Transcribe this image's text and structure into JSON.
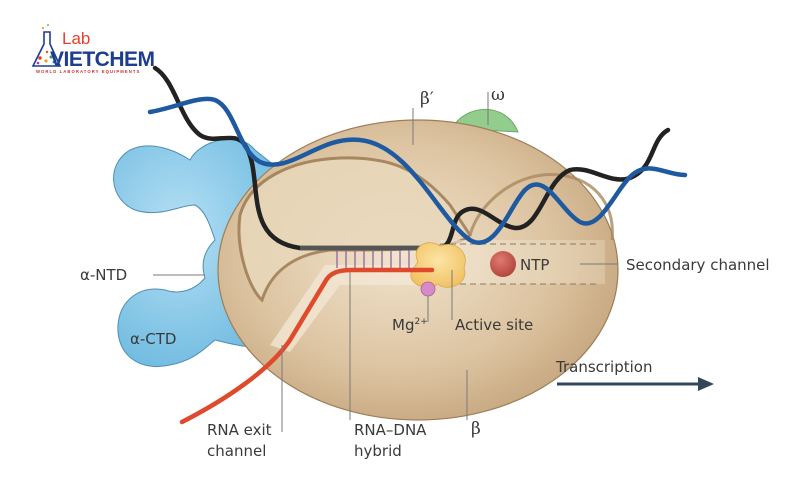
{
  "logo": {
    "prefix": "Lab",
    "name": "VIETCHEM",
    "tagline": "WORLD LABORATORY EQUIPMENTS",
    "colors": {
      "prefix": "#e5412f",
      "name": "#1d3d8f",
      "tagline": "#c9302c"
    }
  },
  "diagram": {
    "title": "RNA polymerase transcription elongation complex",
    "labels": {
      "beta_prime": "β′",
      "omega": "ω",
      "alpha_ntd": "α-NTD",
      "alpha_ctd": "α-CTD",
      "ntp": "NTP",
      "secondary_channel": "Secondary channel",
      "mg": "Mg",
      "mg_charge": "2+",
      "active_site": "Active site",
      "transcription": "Transcription",
      "rna_exit_line1": "RNA exit",
      "rna_exit_line2": "channel",
      "hybrid_line1": "RNA–DNA",
      "hybrid_line2": "hybrid",
      "beta": "β"
    },
    "colors": {
      "polymerase_body": "#d2b894",
      "polymerase_shadow": "#a98a62",
      "alpha_subunit": "#7cc3e6",
      "omega_subunit": "#8ec98a",
      "template_dna": "#1f5aa0",
      "nontemplate_dna": "#1a1a1a",
      "rna": "#e04a2c",
      "ntp": "#c9564c",
      "mg_ion": "#d78bc6",
      "active_site": "#f6cf78",
      "arrow": "#33475b"
    }
  }
}
